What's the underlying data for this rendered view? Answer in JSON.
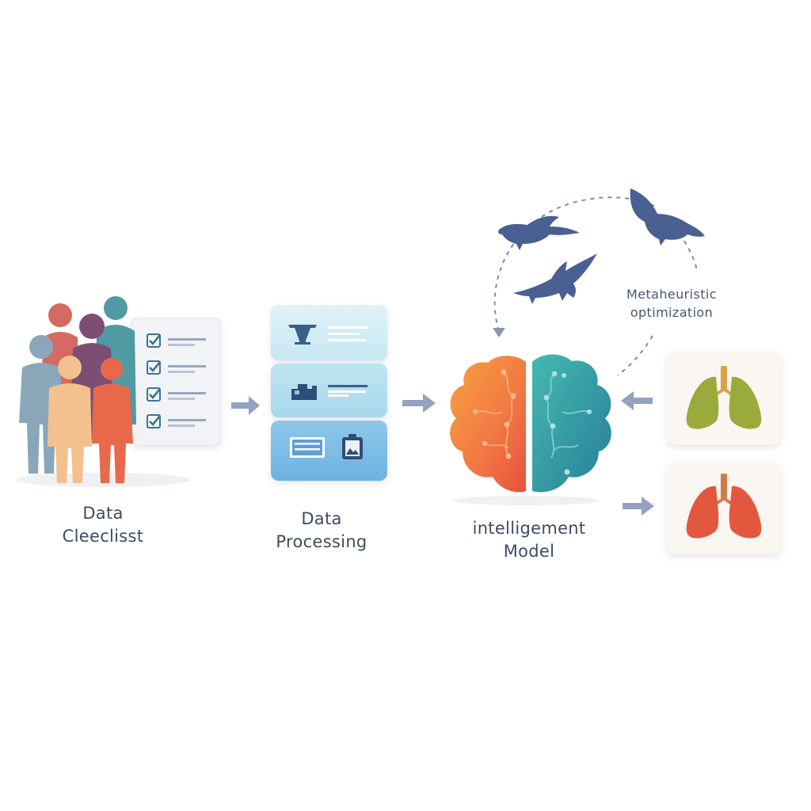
{
  "stages": {
    "collection": {
      "line1": "Data",
      "line2": "Cleeclisst"
    },
    "processing": {
      "line1": "Data",
      "line2": "Processing"
    },
    "model": {
      "line1": "intelligement",
      "line2": "Model"
    },
    "optimization": {
      "line1": "Metaheuristic",
      "line2": "optimization"
    }
  },
  "icons": {
    "people": "people-group-icon",
    "checklist": "checklist-icon",
    "processing": [
      "funnel-icon",
      "machine-icon",
      "image-icon"
    ],
    "brain": "brain-icon",
    "birds": "bird-icon",
    "lungs": "lungs-icon"
  },
  "colors": {
    "arrow": "#94a2bf",
    "brain_left": "#ef6a45",
    "brain_right": "#2f97a0",
    "bird": "#4a5f92",
    "lung_healthy": "#9aab3c",
    "lung_diseased": "#e2583f",
    "panel_blue": "#bfe3f0"
  }
}
